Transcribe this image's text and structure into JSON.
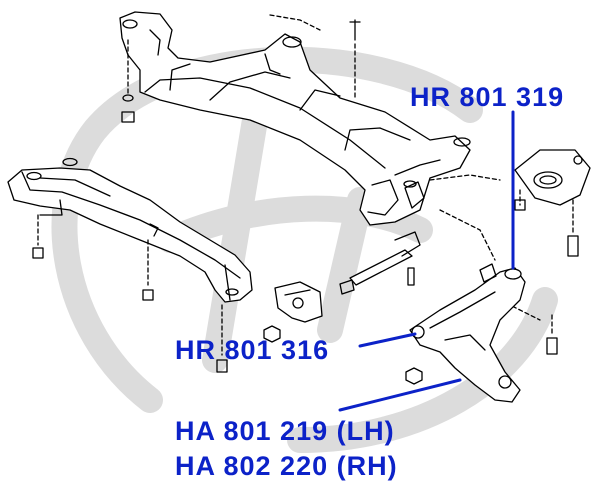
{
  "colors": {
    "label": "#0c22c8",
    "leader": "#0c22c8",
    "line": "#000000",
    "watermark": "#dcdcdc"
  },
  "watermark": {
    "icon": "brand-logo-watermark"
  },
  "labels": {
    "hr_801_319": "HR 801 319",
    "hr_801_316": "HR 801 316",
    "ha_801_219": "HA 801 219 (LH)",
    "ha_802_220": "HA 802 220 (RH)"
  }
}
